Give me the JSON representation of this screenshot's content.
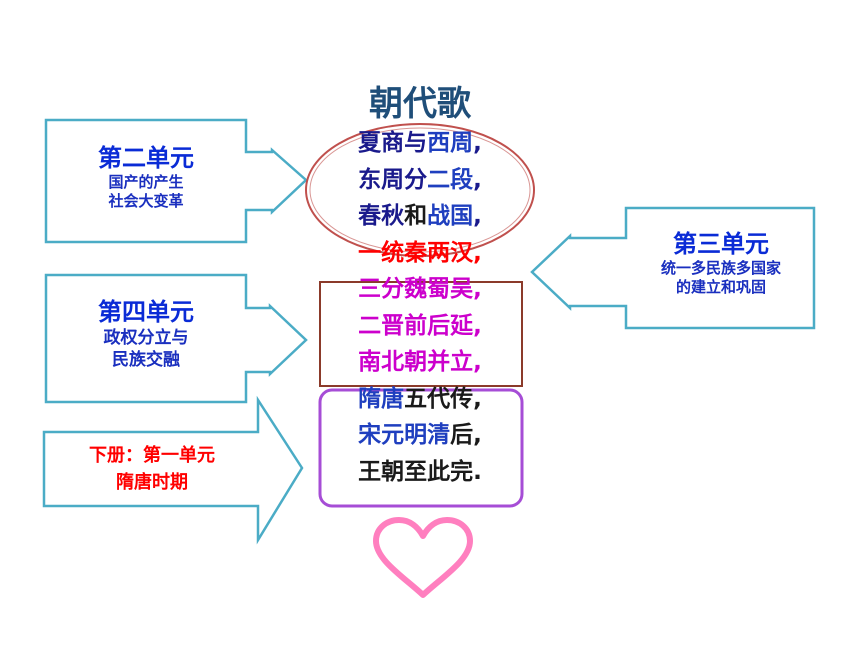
{
  "title": "朝代歌",
  "poem": [
    {
      "segments": [
        {
          "t": "夏商与",
          "c": "navy"
        },
        {
          "t": "西周",
          "c": "blue"
        },
        {
          "t": ",",
          "c": "navy"
        }
      ]
    },
    {
      "segments": [
        {
          "t": "东周分",
          "c": "navy"
        },
        {
          "t": "二段",
          "c": "blue"
        },
        {
          "t": ",",
          "c": "navy"
        }
      ]
    },
    {
      "segments": [
        {
          "t": "春秋",
          "c": "navy"
        },
        {
          "t": "和",
          "c": "black"
        },
        {
          "t": "战国",
          "c": "blue"
        },
        {
          "t": ",",
          "c": "navy"
        }
      ]
    },
    {
      "segments": [
        {
          "t": "一统秦两汉,",
          "c": "red"
        }
      ]
    },
    {
      "segments": [
        {
          "t": "三分魏蜀吴,",
          "c": "magenta"
        }
      ]
    },
    {
      "segments": [
        {
          "t": "二晋前后延,",
          "c": "magenta"
        }
      ]
    },
    {
      "segments": [
        {
          "t": "南北朝并立,",
          "c": "magenta"
        }
      ]
    },
    {
      "segments": [
        {
          "t": "隋唐",
          "c": "blue"
        },
        {
          "t": "五代传,",
          "c": "black"
        }
      ]
    },
    {
      "segments": [
        {
          "t": "宋元明清",
          "c": "blue"
        },
        {
          "t": "后,",
          "c": "black"
        }
      ]
    },
    {
      "segments": [
        {
          "t": "王朝至此完.",
          "c": "black"
        }
      ]
    }
  ],
  "unit2": {
    "title": "第二单元",
    "line1": "国产的产生",
    "line2": "社会大变革"
  },
  "unit3": {
    "title": "第三单元",
    "line1": "统一多民族多国家",
    "line2": "的建立和巩固"
  },
  "unit4": {
    "title": "第四单元",
    "line1": "政权分立与",
    "line2": "民族交融"
  },
  "book2": {
    "line1": "下册：第一单元",
    "line2": "隋唐时期"
  },
  "colors": {
    "box_border": "#4bacc6",
    "ellipse": "#c0504d",
    "rect_border": "#8b3a2a",
    "rounded_border": "#a64dd6",
    "heart": "#ff7fbf",
    "red_text": "#ff0000",
    "magenta_text": "#cc00cc"
  }
}
